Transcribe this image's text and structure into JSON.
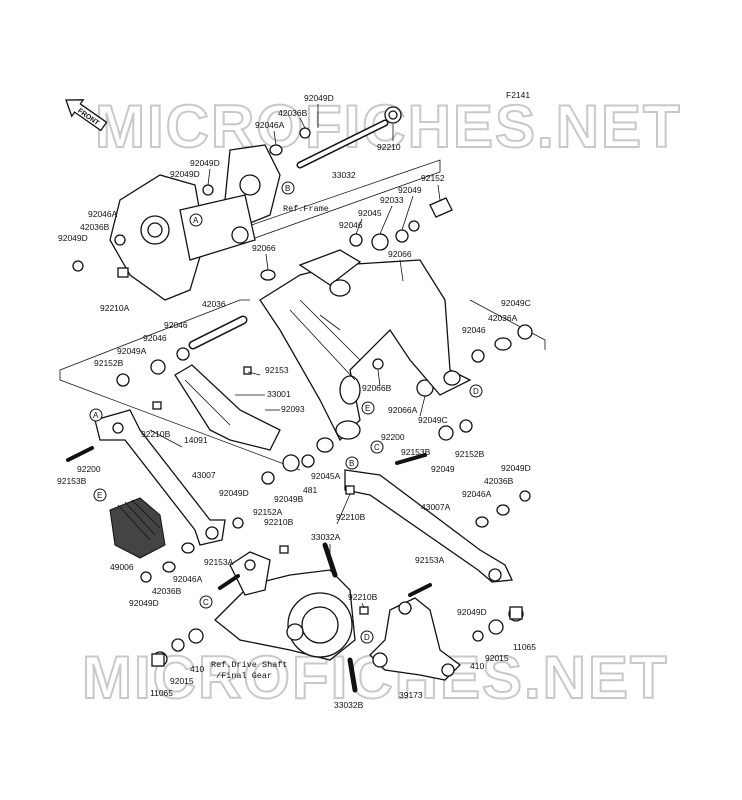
{
  "figure_code": "F2141",
  "front_badge": "FRONT",
  "watermark": "MICROFICHES.NET",
  "ref_notes": {
    "frame": "Ref.Frame",
    "drive_shaft_1": "Ref.Drive Shaft",
    "drive_shaft_2": "/Final Gear"
  },
  "part_labels": [
    "92049D",
    "42036B",
    "92046A",
    "33032",
    "92210",
    "92049D",
    "92049D",
    "92046A",
    "42036B",
    "92049D",
    "92210A",
    "92066",
    "92045",
    "92033",
    "92049",
    "92152",
    "92046",
    "92066",
    "42036",
    "92046",
    "92046",
    "92049A",
    "92152B",
    "92153",
    "33001",
    "92093",
    "92066B",
    "92066A",
    "92049C",
    "92046",
    "42036A",
    "92049C",
    "92210B",
    "14091",
    "92200",
    "92200",
    "92153B",
    "43007",
    "92049",
    "92152B",
    "92153B",
    "92045A",
    "481",
    "92049B",
    "92152A",
    "92049D",
    "92210B",
    "92049D",
    "42036B",
    "92046A",
    "43007A",
    "49006",
    "92210B",
    "33032A",
    "92153A",
    "92046A",
    "42036B",
    "92049D",
    "92153A",
    "92210B",
    "92049D",
    "11065",
    "92015",
    "410",
    "410",
    "92015",
    "11065",
    "33032B",
    "39173"
  ],
  "callouts": [
    "A",
    "B",
    "C",
    "D",
    "E"
  ]
}
